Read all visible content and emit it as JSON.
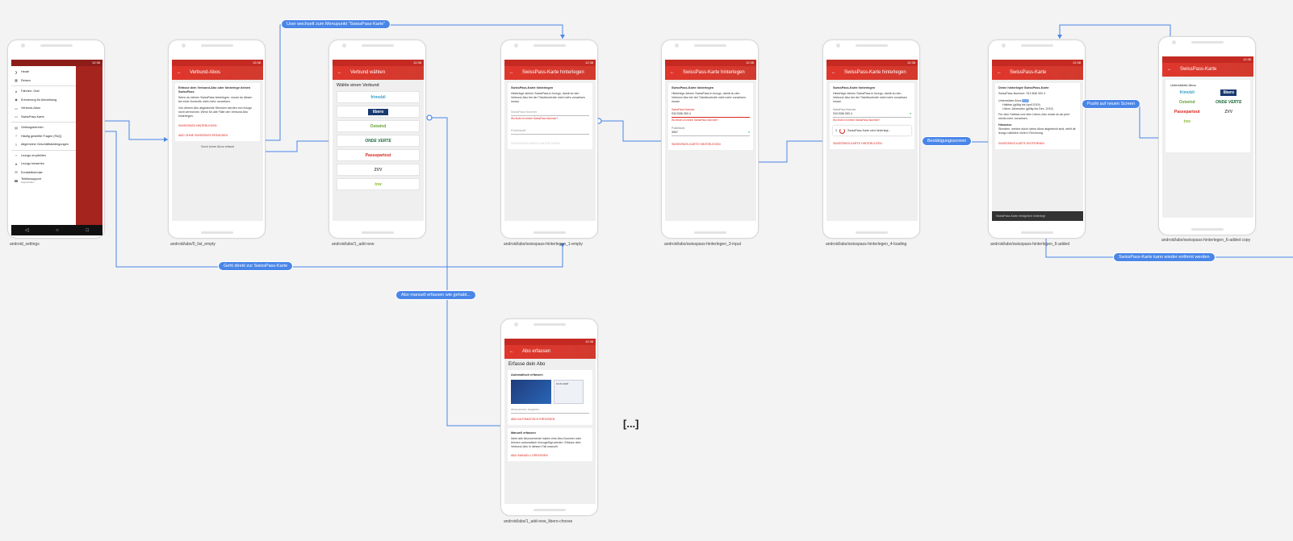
{
  "colors": {
    "connector": "#4a86e8",
    "brand_red": "#e0362c",
    "status_red": "#c42a22"
  },
  "status_time": "12:38",
  "pills": {
    "user_switch": "User wechselt zum Menupunkt \"SwissPass-Karte\"",
    "direct": "Geht direkt zur SwissPass-Karte",
    "manual": "Abo manuell erfassen wie gehabt...",
    "confirm": "Bestätigungsscreen",
    "push": "Pusht auf neuen Screen",
    "remove": "SwissPass-Karte kann wieder entfernt werden"
  },
  "captions": {
    "s0": "android_settings",
    "s1": "android/abo/0_list_empty",
    "s2": "android/abo/1_add-new",
    "s3": "android/abo/swisspass-hinterlegen_1-empty",
    "s4": "android/abo/swisspass-hinterlegen_3-input",
    "s5": "android/abo/swisspass-hinterlegen_4-loading",
    "s6": "android/abo/swisspass-hinterlegen_6-added",
    "s7": "android/abo/swisspass-hinterlegen_6-added copy",
    "s8": "android/abo/1_add-new_libero-choose"
  },
  "ellipsis": "[...]",
  "menu": {
    "items": [
      "Heute",
      "Reisen",
      "Fahrten: Graf",
      "Erinnerung für Abmeldung",
      "Verbund-Abos",
      "SwissPass-Karte",
      "Geltungsbereich",
      "Häufig gestellte Fragen (FAQ)",
      "Allgemeine Geschäftsbedingungen",
      "Lezzgo empfehlen",
      "Lezzgo bewerten",
      "Kontaktformular",
      "Telefonsupport"
    ],
    "icons": [
      "logo-icon",
      "calendar-icon",
      "person-icon",
      "bell-icon",
      "card-icon",
      "card-icon",
      "map-icon",
      "help-icon",
      "doc-icon",
      "share-icon",
      "star-icon",
      "mail-icon",
      "phone-icon"
    ],
    "phone_sub": "Supportzeiten: ...",
    "nav": [
      "◁",
      "○",
      "□"
    ]
  },
  "s1": {
    "title": "Verbund-Abos",
    "heading": "Erfasse dein Verbund-Abo oder hinterlege deinen SwissPass",
    "text1": "Wenn du deinen SwissPass hinterlegen, musst du diesen bei einer Kontrolle nicht mehr vorweisen.",
    "text2": "Von deinen Abo abgedeckte Strecken werden von lezzgo nicht verrechnet. Wenn für alle Fälle den Verbund Abo hinterlegen.",
    "link1": "SWISSPASS HINTERLEGEN",
    "link2": "ABO OHNE SWISSPASS ERFASSEN",
    "empty": "Noch keine Abos erfasst"
  },
  "s2": {
    "title": "Verbund wählen",
    "heading": "Wähle einen Verbund",
    "brands": [
      "frimobil",
      "libero",
      "Ostwind",
      "ONDE VERTE",
      "Passepartout",
      "ZVV",
      "tnw"
    ]
  },
  "s3": {
    "title": "SwissPass-Karte hinterlegen",
    "heading": "SwissPass-Karte hinterlegen",
    "text": "Hinterlege deinen SwissPass in lezzgo, damit du den Verbund-Abo bei der Ticketkontrolle nicht mehr vorweisen musst.",
    "ph_number": "SwissPass Nummer",
    "hint": "Wo finde ich meine SwissPass Nummer?",
    "ph_plz": "Postleitzahl",
    "button": "SWISSPASS-KARTE HINTERLEGEN"
  },
  "s4": {
    "title": "SwissPass-Karte hinterlegen",
    "label_number": "SwissPass Nummer",
    "number": "S10 B36 393 4",
    "hint": "Wo finde ich meine SwissPass Nummer?",
    "label_plz": "Postleitzahl",
    "plz": "3907",
    "button": "SWISSPASS-KARTE HINTERLEGEN"
  },
  "s5": {
    "title": "SwissPass-Karte hinterlegen",
    "number": "S10 B36 393 4",
    "loading": "SwissPass-Karte wird hinterlegt...",
    "plz_short": "3",
    "button": "SWISSPASS-KARTE HINTERLEGEN"
  },
  "s6": {
    "title": "SwissPass-Karte",
    "heading": "Deine hinterlegte SwissPass-Karte",
    "number_line": "SwissPass-Nummer: S10 B36 393 4",
    "toggle_label": "Unterstützte Abos",
    "abos": [
      "Halbtax (gültig bis April 2019)",
      "Libero Jahresabo (gültig bis Dez. 2019)"
    ],
    "note": "Für dein Halbtax und dein Libero-Abo musst du ab jetzt nichts mehr vorweisen.",
    "hint_title": "Hinweise",
    "hint": "Strecken, welche durch deine Abos abgedeckt sind, stellt dir lezzgo natürlich nicht in Rechnung.",
    "remove": "SWISSPASS-KARTE ENTFERNEN",
    "snackbar": "SwissPass-Karte erfolgreich hinterlegt"
  },
  "s7": {
    "title": "SwissPass-Karte",
    "heading": "Unterstützte Abos",
    "brands": [
      "frimobil",
      "libero",
      "Ostwind",
      "ONDE VERTE",
      "Passepartout",
      "ZVV",
      "tnw"
    ]
  },
  "s8": {
    "title": "Abo erfassen",
    "heading": "Erfasse dein Abo",
    "auto_title": "Automatisch erfassen",
    "ticket_date": "16.01.2018",
    "ph_abo": "Abonummer eingeben",
    "auto_btn": "ABO AUTOMATISCH ERFASSEN",
    "manual_title": "Manuell erfassen",
    "manual_text": "Nicht alle Abonnemente haben eine Abo-Nummer oder können automatisch hinzugefügt werden. Erfasse dein Verbund-Abo in diesem Fall manuell.",
    "manual_btn": "ABO MANUELL ERFASSEN"
  }
}
